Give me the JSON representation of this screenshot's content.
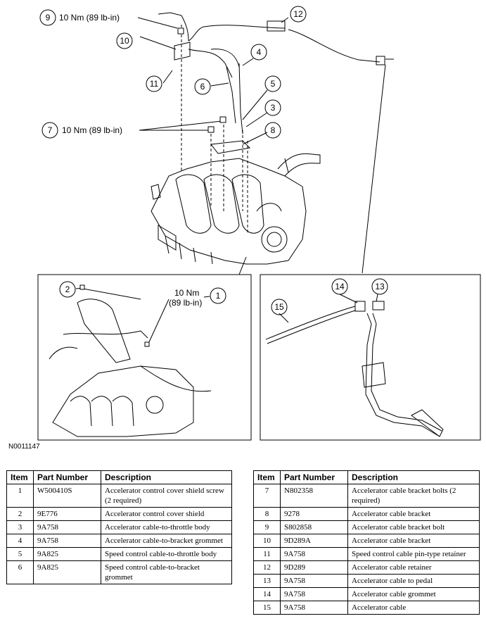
{
  "figure_id": "N0011147",
  "torque_labels": {
    "t9": "10 Nm (89 lb-in)",
    "t7": "10 Nm (89 lb-in)",
    "t1_line1": "10 Nm",
    "t1_line2": "(89 lb-in)"
  },
  "callouts": [
    "1",
    "2",
    "3",
    "4",
    "5",
    "6",
    "7",
    "8",
    "9",
    "10",
    "11",
    "12",
    "13",
    "14",
    "15"
  ],
  "table_headers": {
    "item": "Item",
    "part_number": "Part Number",
    "description": "Description"
  },
  "parts_left": [
    {
      "item": "1",
      "part": "W500410S",
      "desc": "Accelerator control cover shield screw (2 required)"
    },
    {
      "item": "2",
      "part": "9E776",
      "desc": "Accelerator control cover shield"
    },
    {
      "item": "3",
      "part": "9A758",
      "desc": "Accelerator cable-to-throttle body"
    },
    {
      "item": "4",
      "part": "9A758",
      "desc": "Accelerator cable-to-bracket grommet"
    },
    {
      "item": "5",
      "part": "9A825",
      "desc": "Speed control cable-to-throttle body"
    },
    {
      "item": "6",
      "part": "9A825",
      "desc": "Speed control cable-to-bracket grommet"
    }
  ],
  "parts_right": [
    {
      "item": "7",
      "part": "N802358",
      "desc": "Accelerator cable bracket bolts (2 required)"
    },
    {
      "item": "8",
      "part": "9278",
      "desc": "Accelerator cable bracket"
    },
    {
      "item": "9",
      "part": "S802858",
      "desc": "Accelerator cable bracket bolt"
    },
    {
      "item": "10",
      "part": "9D289A",
      "desc": "Accelerator cable bracket"
    },
    {
      "item": "11",
      "part": "9A758",
      "desc": "Speed control cable pin-type retainer"
    },
    {
      "item": "12",
      "part": "9D289",
      "desc": "Accelerator cable retainer"
    },
    {
      "item": "13",
      "part": "9A758",
      "desc": "Accelerator cable to pedal"
    },
    {
      "item": "14",
      "part": "9A758",
      "desc": "Accelerator cable grommet"
    },
    {
      "item": "15",
      "part": "9A758",
      "desc": "Accelerator cable"
    }
  ]
}
